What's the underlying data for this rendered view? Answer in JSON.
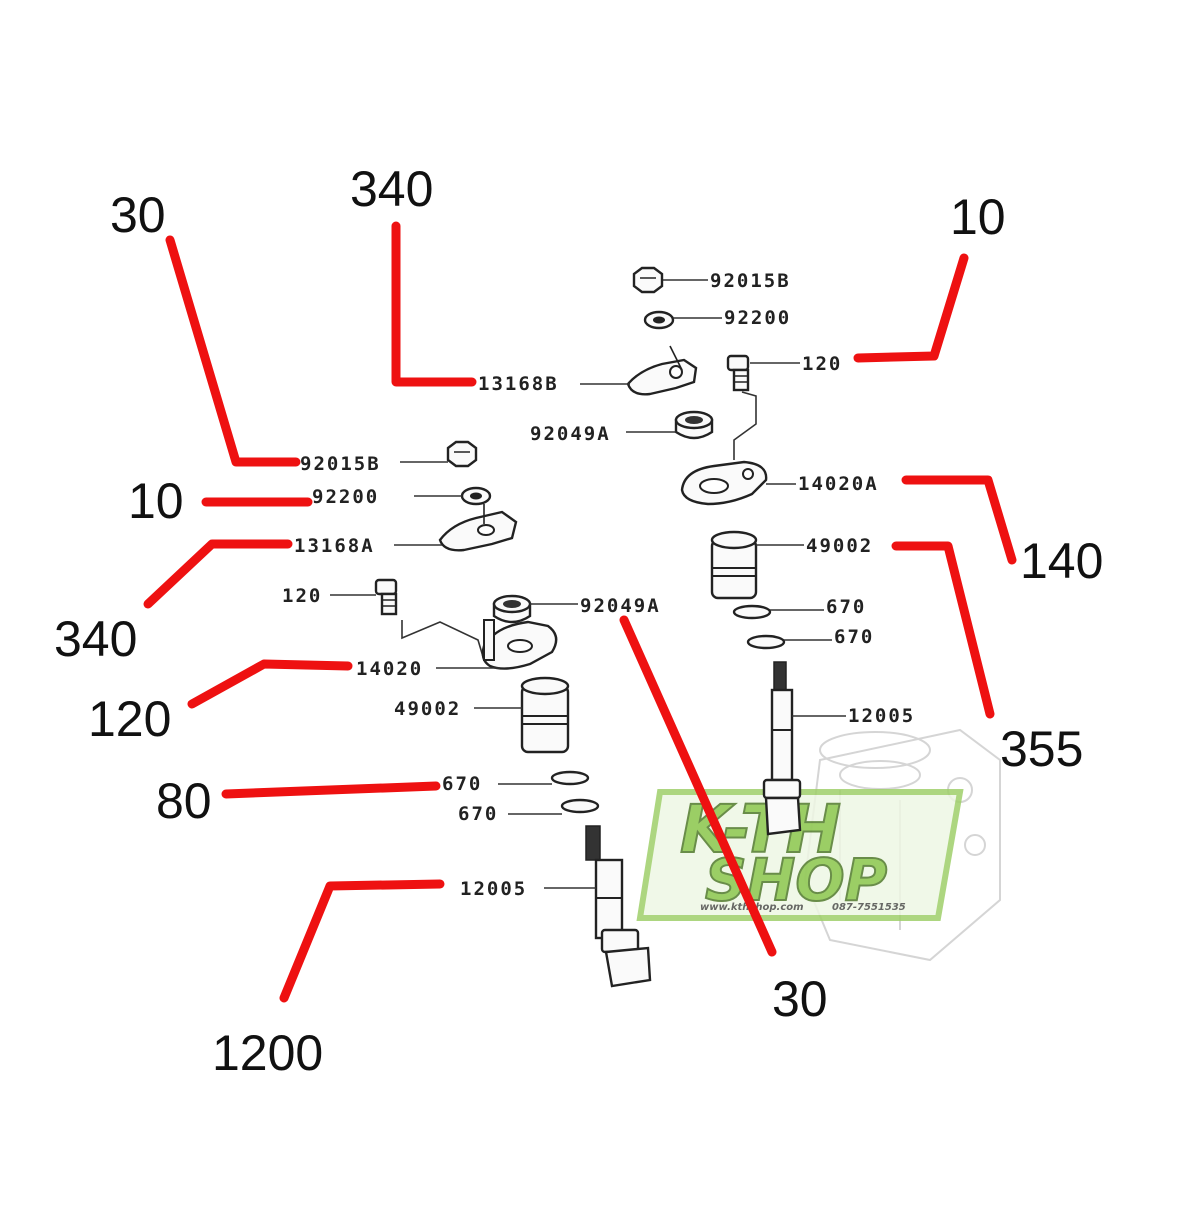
{
  "diagram": {
    "part_numbers": {
      "nut_b": "92015B",
      "washer_b": "92200",
      "lever_b": "13168B",
      "bolt_b": "120",
      "spacer_b": "92049A",
      "cam_b": "14020A",
      "roller_b": "49002",
      "oring_b1": "670",
      "oring_b2": "670",
      "shaft_b": "12005",
      "nut_a": "92015B",
      "washer_a": "92200",
      "lever_a": "13168A",
      "bolt_a": "120",
      "spacer_a": "92049A",
      "cam_a": "14020",
      "roller_a": "49002",
      "oring_a1": "670",
      "oring_a2": "670",
      "shaft_a": "12005"
    },
    "prices": {
      "nut_a": "30",
      "lever_b": "340",
      "bolt_b": "10",
      "washer_a": "10",
      "cam_b": "140",
      "lever_a": "340",
      "roller_b": "355",
      "cam_a": "120",
      "orings_a": "80",
      "spacer_a": "30",
      "shaft_a": "1200"
    },
    "accent_color": "#ee1111"
  },
  "watermark": {
    "logo_top": "K-TH",
    "logo_bottom": "SHOP",
    "website": "www.kthshop.com",
    "phone": "087-7551535",
    "color": "#7fc03a"
  }
}
